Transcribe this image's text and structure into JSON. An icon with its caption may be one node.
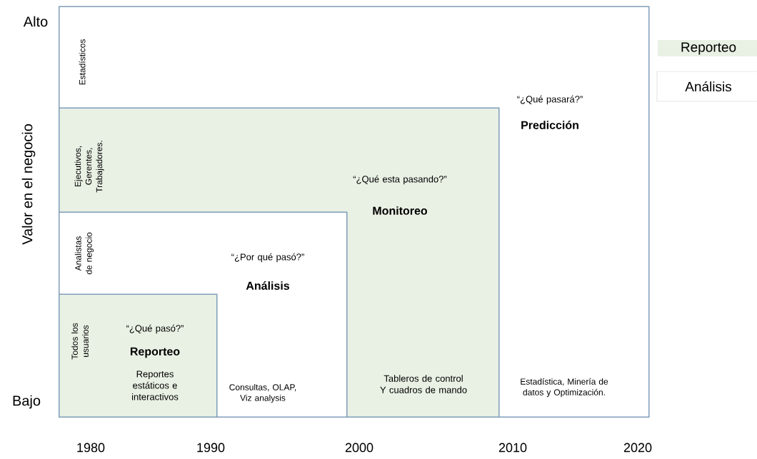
{
  "diagram": {
    "nodes": [
      {
        "text": [
          "Estadísticos",
          "“¿Qué pasará?”",
          "Predicción",
          "Estadística, Minería de datos y Optimización."
        ]
      },
      {
        "text": [
          "Ejecutivos, Gerentes, Trabajadores.",
          "“¿Qué esta pasando?”",
          "Monitoreo",
          "Tableros de control Y cuadros de mando"
        ],
        "in": 0
      },
      {
        "text": [
          "Analistas de negocio",
          "“¿Por qué pasó?”",
          "Análisis",
          "Consultas, OLAP, Viz analysis"
        ],
        "in": 1
      },
      {
        "text": [
          "Todos los usuarios",
          "“¿Qué pasó?”",
          "Reporteo",
          "Reportes estáticos e interactivos"
        ],
        "in": 2
      }
    ],
    "labels": [
      "Alto",
      "Valor en el negocio",
      "Bajo",
      "1980",
      "1990",
      "2000",
      "2010",
      "2020"
    ],
    "legend": [
      {
        "text": "Reporteo",
        "color": "#e9f1e4"
      },
      {
        "text": "Análisis",
        "color": "#ffffff"
      }
    ]
  }
}
